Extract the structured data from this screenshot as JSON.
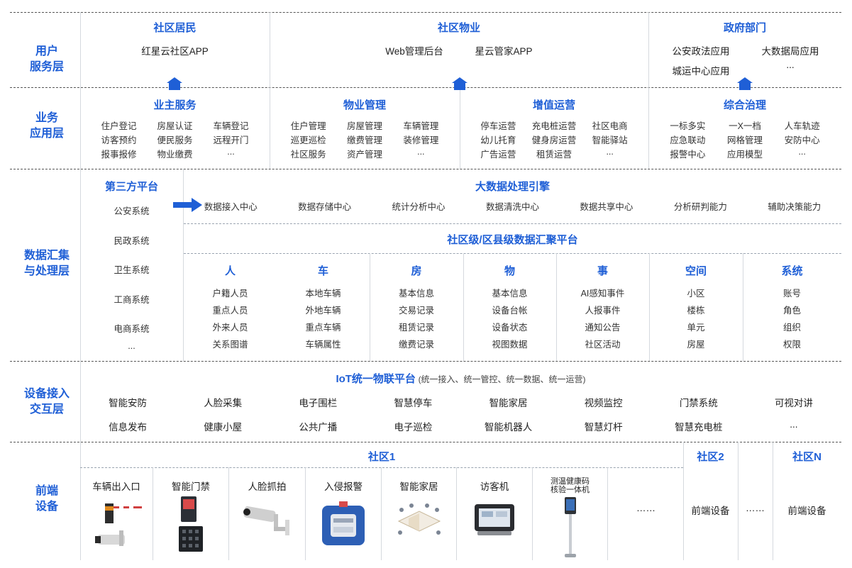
{
  "layers": {
    "user": "用户\n服务层",
    "business": "业务\n应用层",
    "data": "数据汇集\n与处理层",
    "device": "设备接入\n交互层",
    "front": "前端\n设备"
  },
  "user_service": {
    "resident": {
      "title": "社区居民",
      "items": [
        "红星云社区APP"
      ]
    },
    "property": {
      "title": "社区物业",
      "items": [
        "Web管理后台",
        "星云管家APP"
      ]
    },
    "gov": {
      "title": "政府部门",
      "items": [
        "公安政法应用",
        "大数据局应用",
        "城运中心应用",
        "..."
      ]
    }
  },
  "business_app": {
    "owner": {
      "title": "业主服务",
      "items": [
        "住户登记",
        "房屋认证",
        "车辆登记",
        "访客预约",
        "便民服务",
        "远程开门",
        "报事报修",
        "物业缴费",
        "..."
      ]
    },
    "property": {
      "title": "物业管理",
      "items": [
        "住户管理",
        "房屋管理",
        "车辆管理",
        "巡更巡检",
        "缴费管理",
        "装修管理",
        "社区服务",
        "资产管理",
        "..."
      ]
    },
    "value": {
      "title": "增值运营",
      "items": [
        "停车运营",
        "充电桩运营",
        "社区电商",
        "幼儿托育",
        "健身房运营",
        "智能驿站",
        "广告运营",
        "租赁运营",
        "..."
      ]
    },
    "governance": {
      "title": "综合治理",
      "items": [
        "一标多实",
        "一X一档",
        "人车轨迹",
        "应急联动",
        "网格管理",
        "安防中心",
        "报警中心",
        "应用模型",
        "..."
      ]
    }
  },
  "data_layer": {
    "third_party": {
      "title": "第三方平台",
      "items": [
        "公安系统",
        "民政系统",
        "卫生系统",
        "工商系统",
        "电商系统",
        "..."
      ]
    },
    "engine": {
      "title": "大数据处理引擎",
      "items": [
        "数据接入中心",
        "数据存储中心",
        "统计分析中心",
        "数据清洗中心",
        "数据共享中心",
        "分析研判能力",
        "辅助决策能力"
      ]
    },
    "platform": {
      "title": "社区级/区县级数据汇聚平台"
    },
    "categories": [
      {
        "title": "人",
        "items": [
          "户籍人员",
          "重点人员",
          "外来人员",
          "关系图谱"
        ]
      },
      {
        "title": "车",
        "items": [
          "本地车辆",
          "外地车辆",
          "重点车辆",
          "车辆属性"
        ]
      },
      {
        "title": "房",
        "items": [
          "基本信息",
          "交易记录",
          "租赁记录",
          "缴费记录"
        ]
      },
      {
        "title": "物",
        "items": [
          "基本信息",
          "设备台帐",
          "设备状态",
          "视图数据"
        ]
      },
      {
        "title": "事",
        "items": [
          "AI感知事件",
          "人报事件",
          "通知公告",
          "社区活动"
        ]
      },
      {
        "title": "空间",
        "items": [
          "小区",
          "楼栋",
          "单元",
          "房屋"
        ]
      },
      {
        "title": "系统",
        "items": [
          "账号",
          "角色",
          "组织",
          "权限"
        ]
      }
    ]
  },
  "device_layer": {
    "title": "IoT统一物联平台",
    "subtitle": "(统一接入、统一管控、统一数据、统一运营)",
    "row1": [
      "智能安防",
      "人脸采集",
      "电子围栏",
      "智慧停车",
      "智能家居",
      "视频监控",
      "门禁系统",
      "可视对讲"
    ],
    "row2": [
      "信息发布",
      "健康小屋",
      "公共广播",
      "电子巡检",
      "智能机器人",
      "智慧灯杆",
      "智慧充电桩",
      "..."
    ]
  },
  "front_layer": {
    "community1": "社区1",
    "community2": "社区2",
    "communityN": "社区N",
    "devices": [
      "车辆出入口",
      "智能门禁",
      "人脸抓拍",
      "入侵报警",
      "智能家居",
      "访客机",
      "测温健康码\n核验一体机"
    ],
    "ellipsis": "……",
    "front_device": "前端设备"
  },
  "colors": {
    "accent": "#1f5fd6",
    "text": "#333333",
    "line": "#555555"
  }
}
